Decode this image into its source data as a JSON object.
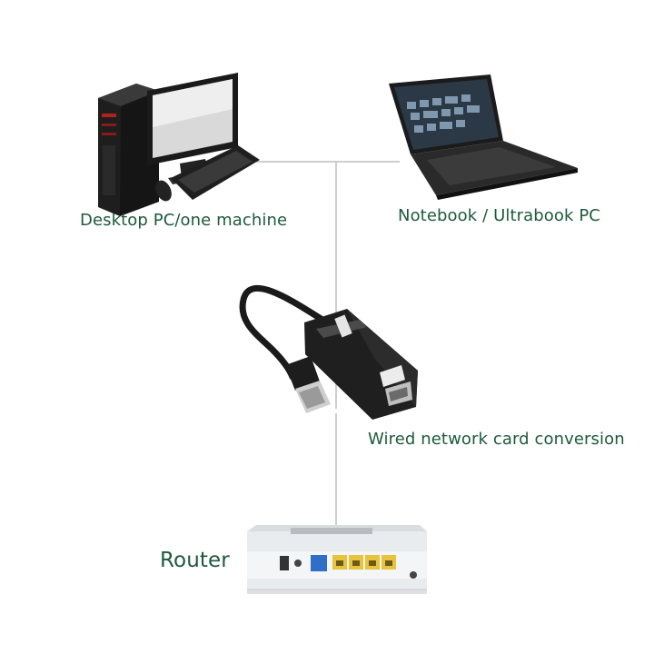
{
  "labels": {
    "desktop": "Desktop PC/one machine",
    "notebook": "Notebook / Ultrabook PC",
    "adapter": "Wired network card conversion",
    "router": "Router"
  },
  "colors": {
    "label_text": "#1d5a3c",
    "connector_line": "#bdbdbd",
    "device_dark": "#1c1c1c",
    "router_body": "#e9ecef",
    "router_port_yellow": "#e8c33c",
    "router_port_blue": "#2f6fc7"
  },
  "icons": {
    "desktop": "desktop-pc-icon",
    "notebook": "laptop-icon",
    "adapter": "usb-ethernet-adapter-icon",
    "router": "router-icon"
  }
}
